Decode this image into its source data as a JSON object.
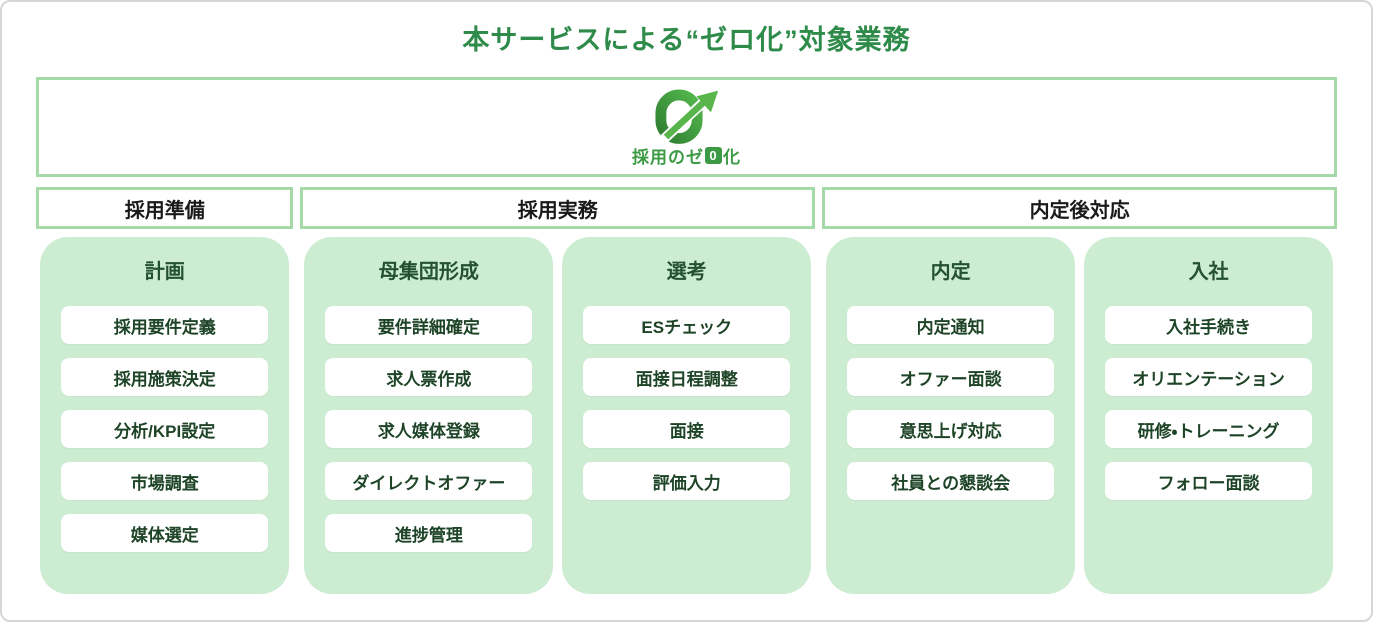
{
  "page": {
    "title": "本サービスによる“ゼロ化”対象業務"
  },
  "banner": {
    "logo_icon": "zero-arrow-logo",
    "logo_text_before": "採用のゼ",
    "logo_zero": "0",
    "logo_text_after": "化"
  },
  "groups": [
    {
      "phase": "採用準備",
      "columns": [
        {
          "title": "計画",
          "items": [
            "採用要件定義",
            "採用施策決定",
            "分析/KPI設定",
            "市場調査",
            "媒体選定"
          ]
        }
      ]
    },
    {
      "phase": "採用実務",
      "columns": [
        {
          "title": "母集団形成",
          "items": [
            "要件詳細確定",
            "求人票作成",
            "求人媒体登録",
            "ダイレクトオファー",
            "進捗管理"
          ]
        },
        {
          "title": "選考",
          "items": [
            "ESチェック",
            "面接日程調整",
            "面接",
            "評価入力"
          ]
        }
      ]
    },
    {
      "phase": "内定後対応",
      "columns": [
        {
          "title": "内定",
          "items": [
            "内定通知",
            "オファー面談",
            "意思上げ対応",
            "社員との懇談会"
          ]
        },
        {
          "title": "入社",
          "items": [
            "入社手続き",
            "オリエンテーション",
            "研修・トレーニング",
            "フォロー面談"
          ]
        }
      ]
    }
  ],
  "colors": {
    "brand_green": "#2e8b4a",
    "border_light_green": "#a6d9a8",
    "column_bg": "#cdedd2",
    "logo_dark_green": "#2e7d32",
    "logo_bright_green": "#55b84d",
    "phase_text": "#1a1a1a",
    "item_text": "#1e4427"
  }
}
